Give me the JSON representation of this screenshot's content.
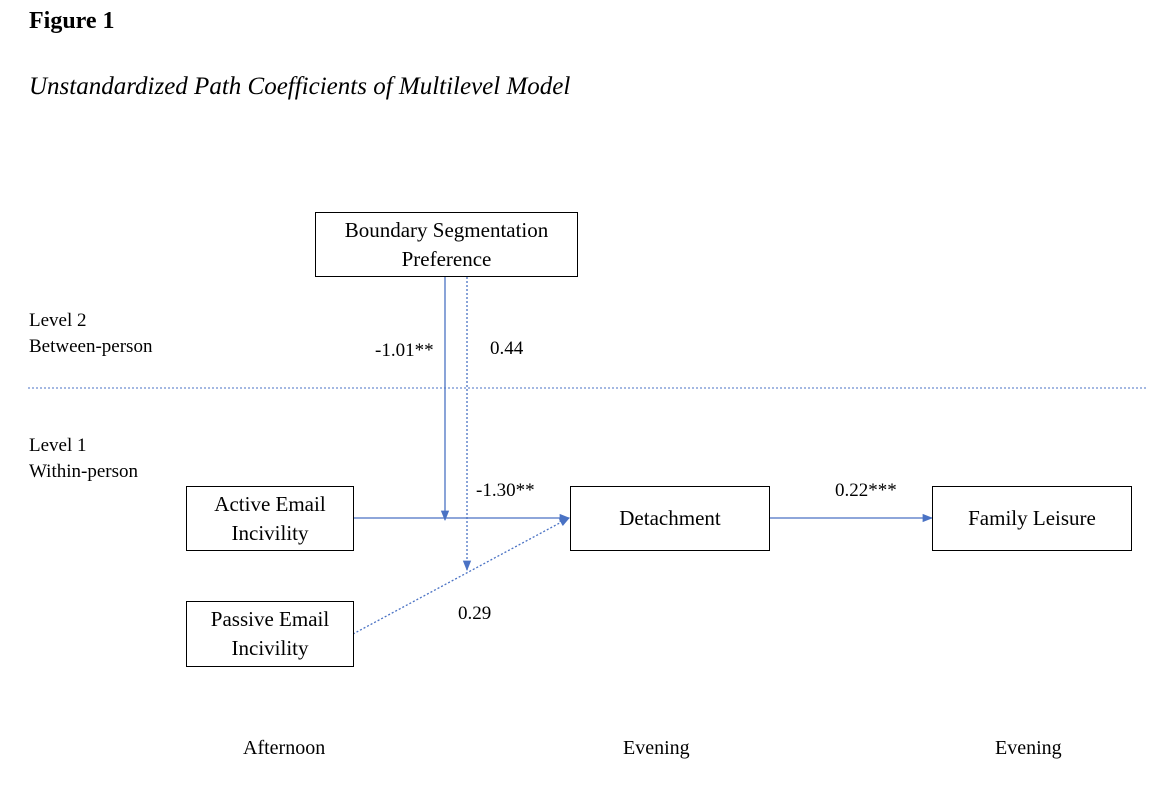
{
  "figure": {
    "label": "Figure 1",
    "title": "Unstandardized Path Coefficients of Multilevel Model"
  },
  "levels": {
    "level2": {
      "line1": "Level 2",
      "line2": "Between-person"
    },
    "level1": {
      "line1": "Level 1",
      "line2": "Within-person"
    }
  },
  "nodes": {
    "boundary": {
      "line1": "Boundary Segmentation",
      "line2": "Preference"
    },
    "active": {
      "line1": "Active Email",
      "line2": "Incivility"
    },
    "passive": {
      "line1": "Passive Email",
      "line2": "Incivility"
    },
    "detachment": {
      "line1": "Detachment"
    },
    "family": {
      "line1": "Family Leisure"
    }
  },
  "coefficients": {
    "boundary_on_active_path": "-1.01**",
    "boundary_on_passive_path": "0.44",
    "active_to_detachment": "-1.30**",
    "passive_to_detachment": "0.29",
    "detachment_to_family": "0.22***"
  },
  "time_labels": {
    "afternoon": "Afternoon",
    "evening_mid": "Evening",
    "evening_right": "Evening"
  },
  "colors": {
    "arrow": "#4a72c4",
    "divider": "#4a72c4",
    "box_border": "#000000",
    "text": "#000000"
  }
}
